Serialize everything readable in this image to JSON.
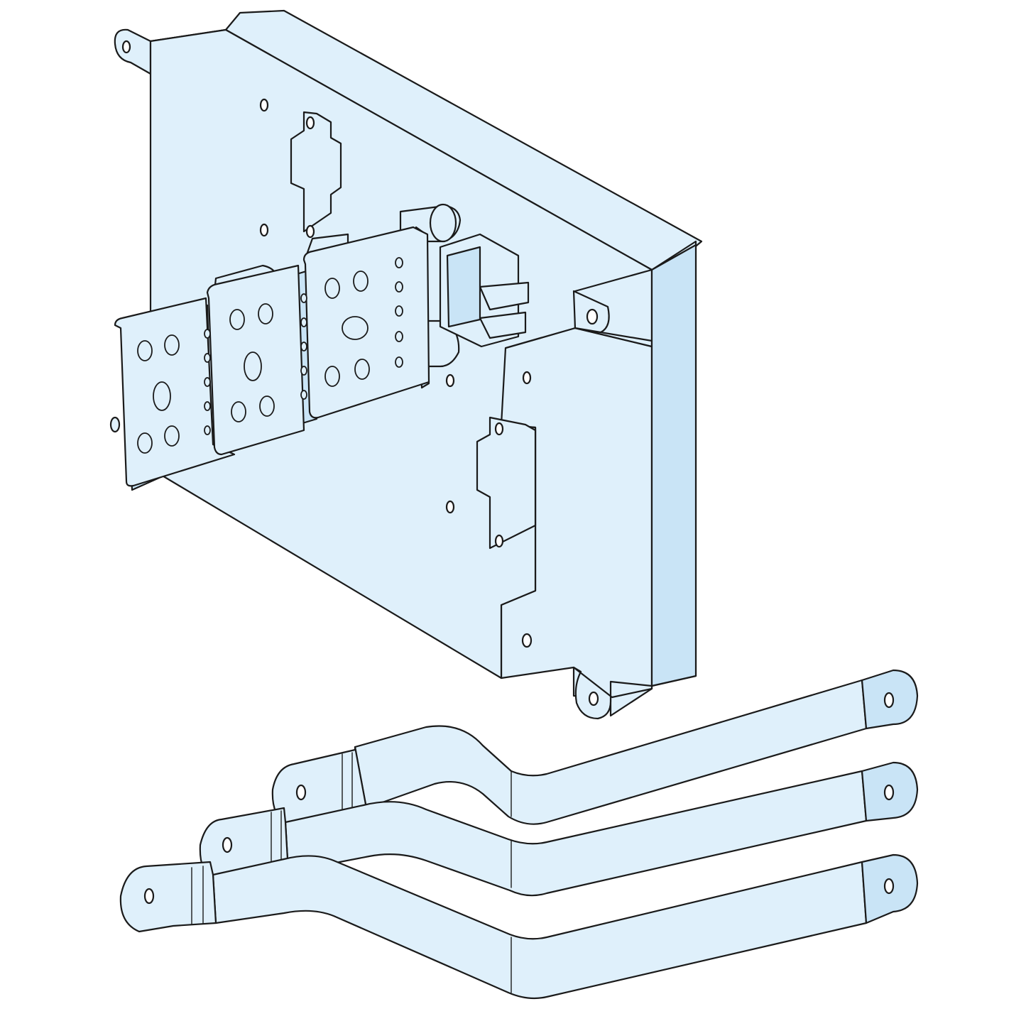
{
  "figure": {
    "type": "technical-illustration",
    "style": "isometric line drawing",
    "colors": {
      "background": "#ffffff",
      "part_fill": "#dff0fb",
      "part_shade": "#c9e4f6",
      "line": "#1a1a1a"
    },
    "parts": [
      "mounting-plate",
      "connection-terminals",
      "terminal-block",
      "busbar-connectors"
    ]
  }
}
